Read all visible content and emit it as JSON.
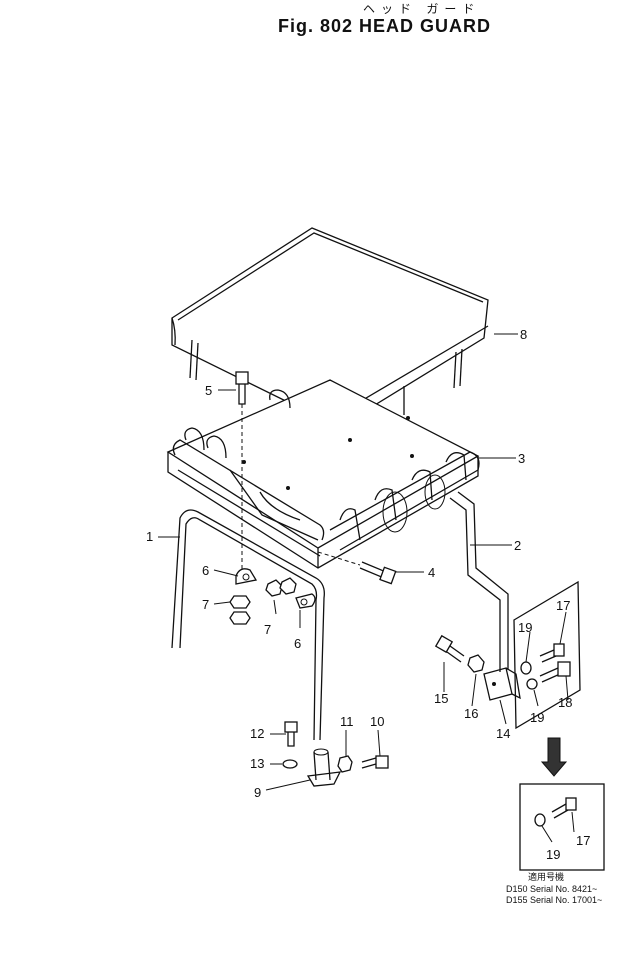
{
  "header": {
    "japanese_title": "ヘッド ガード",
    "title": "Fig. 802 HEAD GUARD"
  },
  "callouts": {
    "c1": "1",
    "c2": "2",
    "c3": "3",
    "c4": "4",
    "c5": "5",
    "c6a": "6",
    "c6b": "6",
    "c7a": "7",
    "c7b": "7",
    "c8": "8",
    "c9": "9",
    "c10": "10",
    "c11": "11",
    "c12": "12",
    "c13": "13",
    "c14": "14",
    "c15": "15",
    "c16": "16",
    "c17a": "17",
    "c17b": "17",
    "c18": "18",
    "c19a": "19",
    "c19b": "19",
    "c19c": "19"
  },
  "serial_box": {
    "heading": "適用号機",
    "line1": "D150 Serial No. 8421~",
    "line2": "D155 Serial No. 17001~"
  }
}
